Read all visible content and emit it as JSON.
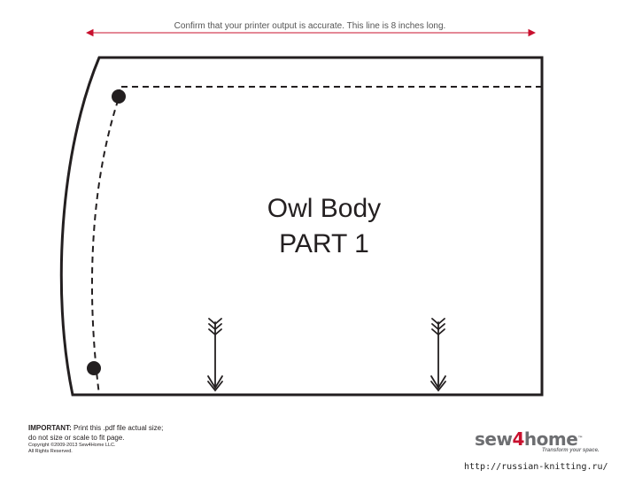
{
  "ruler": {
    "caption": "Confirm that your printer output is accurate. This line is 8 inches long.",
    "color": "#c8102e"
  },
  "piece": {
    "title_line1": "Owl Body",
    "title_line2": "PART 1",
    "outline_color": "#231f20"
  },
  "footer": {
    "important_label": "IMPORTANT:",
    "important_text_1": " Print this .pdf file actual size;",
    "important_text_2": "do not size or scale to fit page.",
    "copyright": "Copyright ©2009-2013 Sew4Home LLC.",
    "rights": "All Rights Reserved."
  },
  "brand": {
    "name_part1": "sew",
    "name_accent": "4",
    "name_part2": "home",
    "trademark": "™",
    "tagline": "Transform your space.",
    "accent_color": "#c8102e",
    "text_color": "#6d6e71"
  },
  "watermark": {
    "text": "http://russian-knitting.ru/"
  }
}
